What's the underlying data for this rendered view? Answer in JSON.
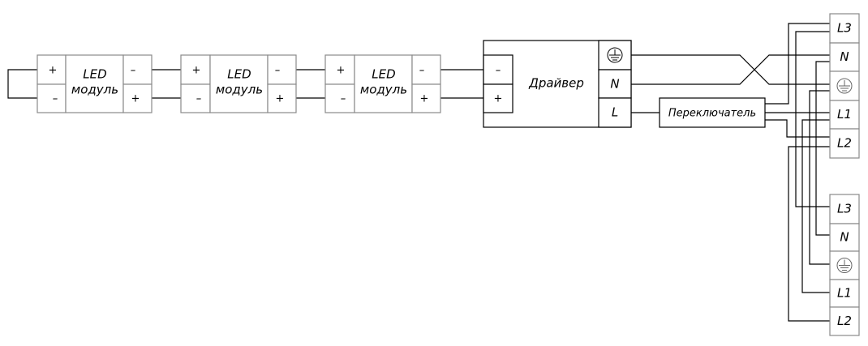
{
  "led_modules": [
    {
      "title_line1": "LED",
      "title_line2": "модуль",
      "left_top": "+",
      "left_bottom": "–",
      "right_top": "–",
      "right_bottom": "+"
    },
    {
      "title_line1": "LED",
      "title_line2": "модуль",
      "left_top": "+",
      "left_bottom": "–",
      "right_top": "–",
      "right_bottom": "+"
    },
    {
      "title_line1": "LED",
      "title_line2": "модуль",
      "left_top": "+",
      "left_bottom": "–",
      "right_top": "–",
      "right_bottom": "+"
    }
  ],
  "driver": {
    "title": "Драйвер",
    "input_top": "–",
    "input_bottom": "+",
    "terminal_n": "N",
    "terminal_l": "L"
  },
  "switch": {
    "title": "Переключатель"
  },
  "terminal_blocks": [
    {
      "labels": [
        "L3",
        "N",
        "",
        "L1",
        "L2"
      ]
    },
    {
      "labels": [
        "L3",
        "N",
        "",
        "L1",
        "L2"
      ]
    }
  ]
}
